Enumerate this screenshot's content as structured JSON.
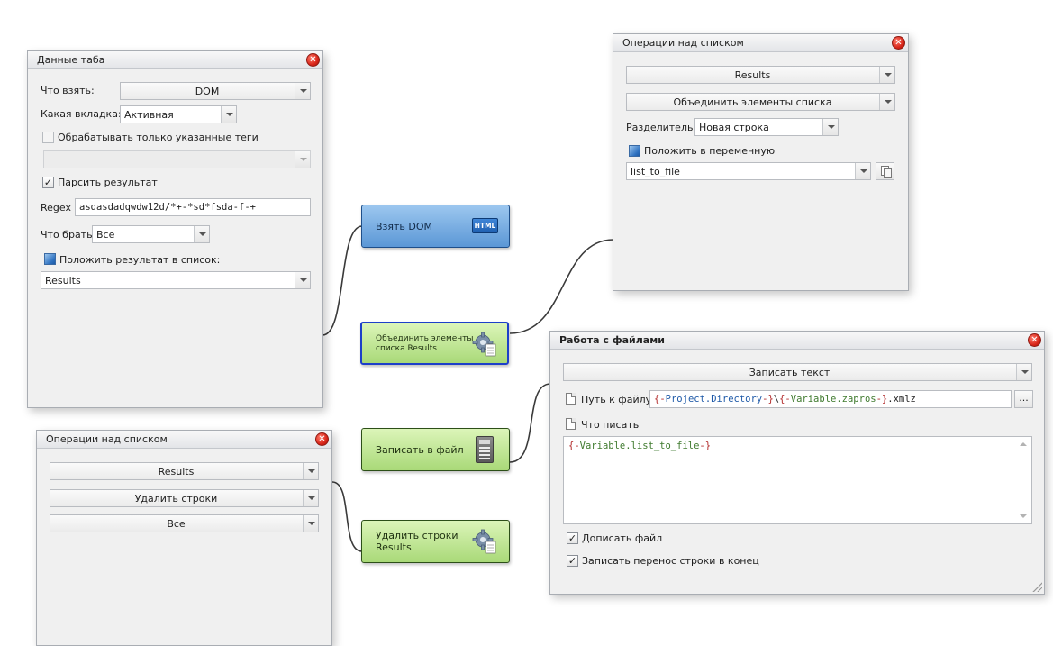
{
  "panel_tab_data": {
    "title": "Данные таба",
    "what_label": "Что взять:",
    "what_value": "DOM",
    "tab_label": "Какая вкладка:",
    "tab_value": "Активная",
    "only_tags_label": "Обрабатывать только указанные теги",
    "parse_label": "Парсить результат",
    "regex_label": "Regex",
    "regex_value": "asdasdadqwdw12d/*+-*sd*fsda-f-+",
    "take_label": "Что брать:",
    "take_value": "Все",
    "put_list_label": "Положить результат в список:",
    "list_value": "Results"
  },
  "panel_list_ops_top": {
    "title": "Операции над списком",
    "list_value": "Results",
    "operation_value": "Объединить элементы списка",
    "separator_label": "Разделитель:",
    "separator_value": "Новая строка",
    "put_var_label": "Положить в переменную",
    "var_value": "list_to_file"
  },
  "panel_list_ops_bottom": {
    "title": "Операции над списком",
    "list_value": "Results",
    "operation_value": "Удалить строки",
    "scope_value": "Все"
  },
  "panel_files": {
    "title": "Работа с файлами",
    "action_value": "Записать текст",
    "path_label": "Путь к файлу",
    "path_tokens": [
      {
        "text": "{-",
        "color": "#b22a2a"
      },
      {
        "text": "Project.Directory",
        "color": "#1f5aa8"
      },
      {
        "text": "-}",
        "color": "#b22a2a"
      },
      {
        "text": "\\",
        "color": "#222222"
      },
      {
        "text": "{-",
        "color": "#b22a2a"
      },
      {
        "text": "Variable.zapros",
        "color": "#3f7a2e"
      },
      {
        "text": "-}",
        "color": "#b22a2a"
      },
      {
        "text": ".xmlz",
        "color": "#222222"
      }
    ],
    "browse_label": "...",
    "content_label": "Что писать",
    "content_tokens": [
      {
        "text": "{-",
        "color": "#b22a2a"
      },
      {
        "text": "Variable.list_to_file",
        "color": "#3f7a2e"
      },
      {
        "text": "-}",
        "color": "#b22a2a"
      }
    ],
    "append_label": "Дописать файл",
    "newline_label": "Записать перенос строки в конец"
  },
  "nodes": {
    "get_dom": {
      "label": "Взять DOM",
      "icon": "html-icon",
      "icon_text": "HTML"
    },
    "merge_list": {
      "label": "Объединить элементы списка Results",
      "icon": "gear-icon"
    },
    "write_file": {
      "label": "Записать в файл",
      "icon": "file-icon"
    },
    "delete_rows": {
      "label": "Удалить строки Results",
      "icon": "gear-icon"
    }
  },
  "colors": {
    "node_blue": "#5b97d6",
    "node_green": "#a9d978",
    "selected_border": "#1d3fc9",
    "close_red": "#d8261a"
  }
}
